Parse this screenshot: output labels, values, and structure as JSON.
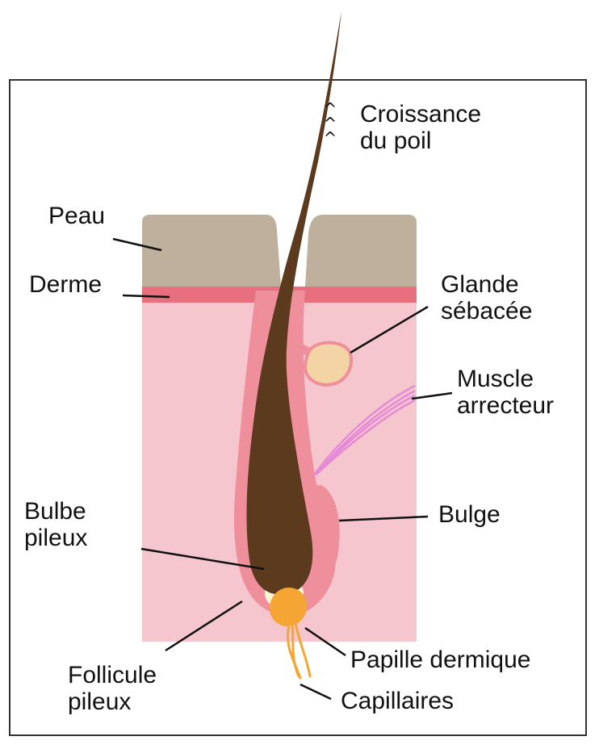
{
  "labels": {
    "growth": [
      "Croissance",
      "du poil"
    ],
    "growth_arrow_glyph": "^",
    "skin": "Peau",
    "dermis": "Derme",
    "sebaceous": [
      "Glande",
      "sébacée"
    ],
    "muscle": [
      "Muscle",
      "arrecteur"
    ],
    "bulb": [
      "Bulbe",
      "pileux"
    ],
    "bulge": "Bulge",
    "papilla": "Papille dermique",
    "follicle": [
      "Follicule",
      "pileux"
    ],
    "capillaries": "Capillaires"
  },
  "colors": {
    "frame": "#333333",
    "epidermis": "#beb09c",
    "dermis_band": "#e8707e",
    "tissue": "#f5c6cd",
    "follicle_sheath": "#ef8f9c",
    "hair": "#5b3a1e",
    "sebaceous_gland": "#f4d3a4",
    "arrector_muscle": "#e58ad6",
    "papilla": "#f4a534",
    "leader_line": "#111111"
  }
}
